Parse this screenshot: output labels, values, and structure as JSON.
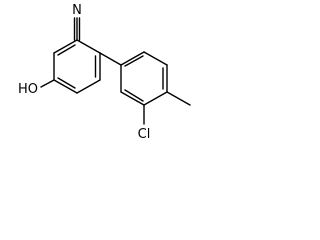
{
  "molecule": {
    "atoms": {
      "nitrogen": "N",
      "hydroxyl": "HO",
      "chlorine": "Cl"
    },
    "colors": {
      "bond": "#000000",
      "label": "#000000",
      "background": "#ffffff"
    }
  }
}
